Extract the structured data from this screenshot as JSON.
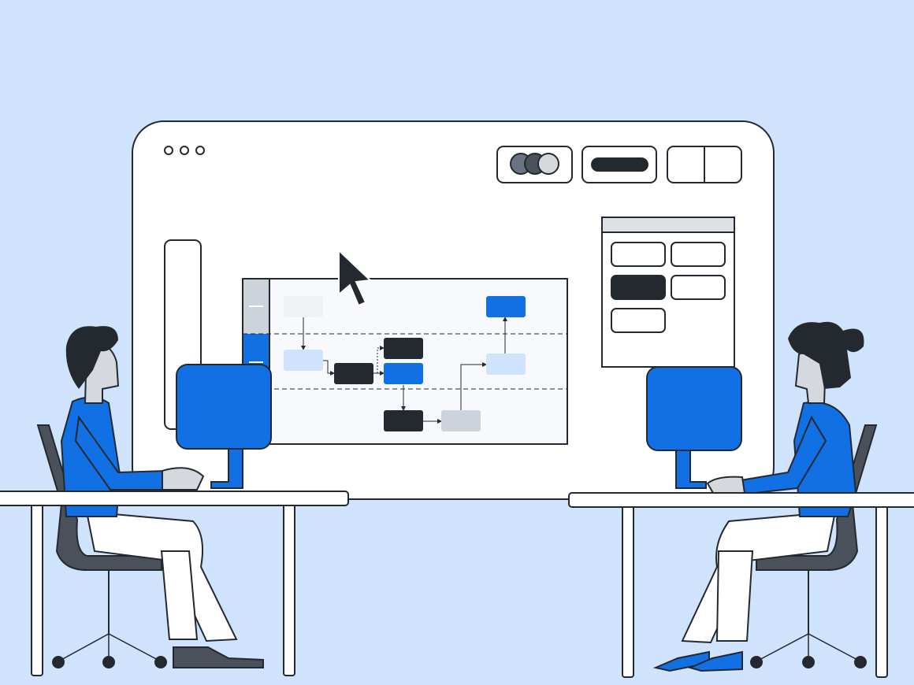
{
  "colors": {
    "background": "#cfe3fc",
    "accent_blue": "#1170e4",
    "ink": "#24292f",
    "light_blue": "#cfe3fc",
    "light_gray": "#f0f1f3",
    "mid_gray": "#cdd3db",
    "canvas": "#f7f9fc",
    "chair": "#4b515a"
  },
  "icons": {
    "window_controls": "three-dots-icon",
    "cursor": "mouse-pointer-icon",
    "avatars": "avatar-group-icon",
    "layout_toggle": "split-view-icon"
  },
  "diagram": {
    "nodes": [
      {
        "id": "n1",
        "style": "light_gray"
      },
      {
        "id": "n2",
        "style": "light_blue"
      },
      {
        "id": "n3",
        "style": "ink"
      },
      {
        "id": "n4",
        "style": "ink"
      },
      {
        "id": "n5",
        "style": "accent_blue"
      },
      {
        "id": "n6",
        "style": "ink"
      },
      {
        "id": "n7",
        "style": "mid_gray"
      },
      {
        "id": "n8",
        "style": "light_blue"
      },
      {
        "id": "n9",
        "style": "accent_blue"
      }
    ]
  }
}
